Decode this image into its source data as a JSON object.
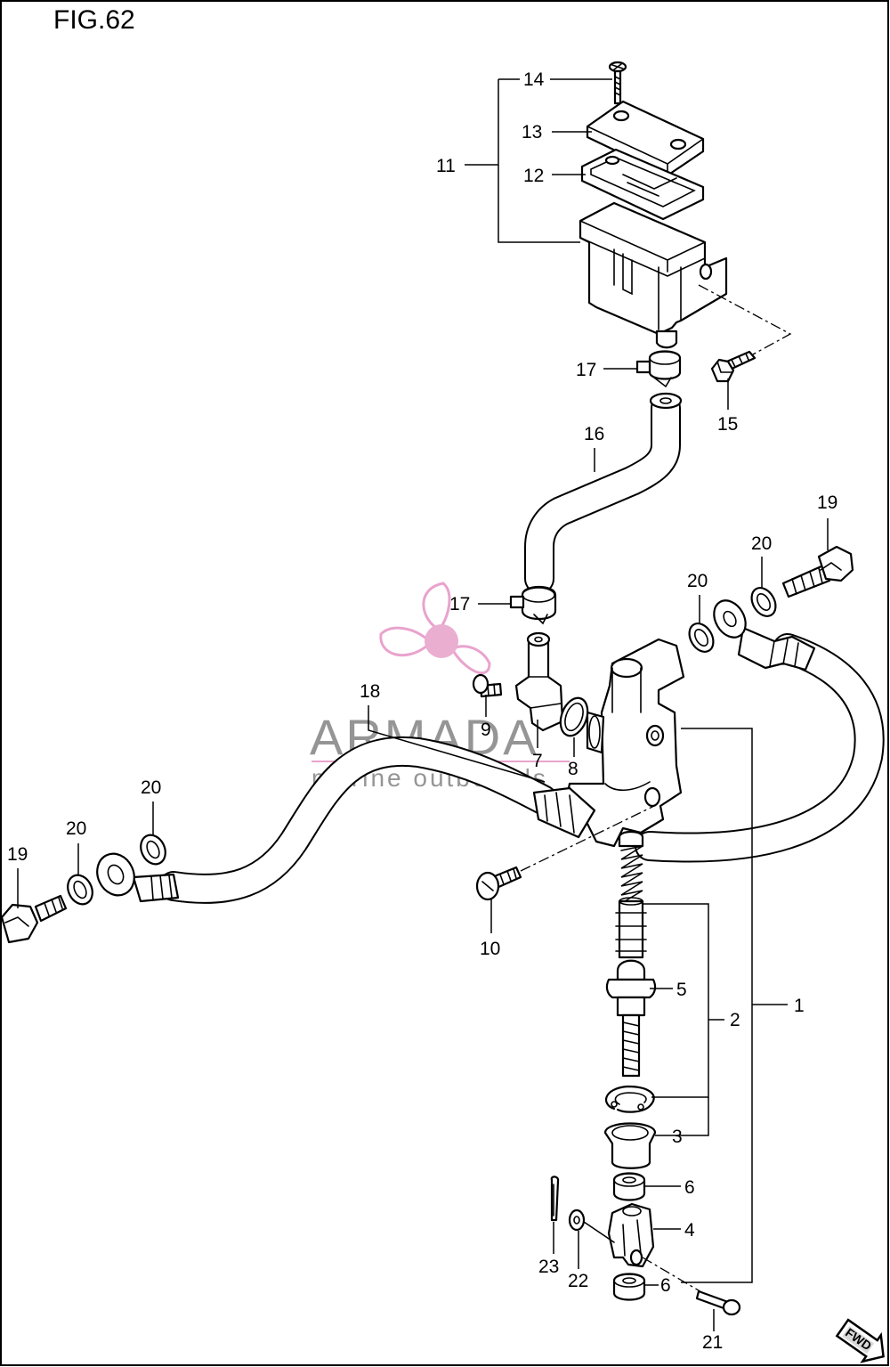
{
  "figure": {
    "title": "FIG.62"
  },
  "callouts": [
    {
      "id": "c14",
      "text": "14"
    },
    {
      "id": "c13",
      "text": "13"
    },
    {
      "id": "c12",
      "text": "12"
    },
    {
      "id": "c11",
      "text": "11"
    },
    {
      "id": "c17a",
      "text": "17"
    },
    {
      "id": "c15",
      "text": "15"
    },
    {
      "id": "c16",
      "text": "16"
    },
    {
      "id": "c19a",
      "text": "19"
    },
    {
      "id": "c20a",
      "text": "20"
    },
    {
      "id": "c20b",
      "text": "20"
    },
    {
      "id": "c17b",
      "text": "17"
    },
    {
      "id": "c18",
      "text": "18"
    },
    {
      "id": "c9",
      "text": "9"
    },
    {
      "id": "c7",
      "text": "7"
    },
    {
      "id": "c8",
      "text": "8"
    },
    {
      "id": "c20c",
      "text": "20"
    },
    {
      "id": "c20d",
      "text": "20"
    },
    {
      "id": "c19b",
      "text": "19"
    },
    {
      "id": "c10",
      "text": "10"
    },
    {
      "id": "c5",
      "text": "5"
    },
    {
      "id": "c2",
      "text": "2"
    },
    {
      "id": "c1",
      "text": "1"
    },
    {
      "id": "c3",
      "text": "3"
    },
    {
      "id": "c6a",
      "text": "6"
    },
    {
      "id": "c4",
      "text": "4"
    },
    {
      "id": "c23",
      "text": "23"
    },
    {
      "id": "c22",
      "text": "22"
    },
    {
      "id": "c6b",
      "text": "6"
    },
    {
      "id": "c21",
      "text": "21"
    }
  ],
  "watermark": {
    "brand": "ARMADA",
    "tagline": "marine outboards",
    "colors": {
      "propeller": "#e79ac8",
      "hub": "#e8a6cc",
      "text": "#8a8a8a"
    }
  },
  "direction_badge": {
    "label": "FWD"
  }
}
